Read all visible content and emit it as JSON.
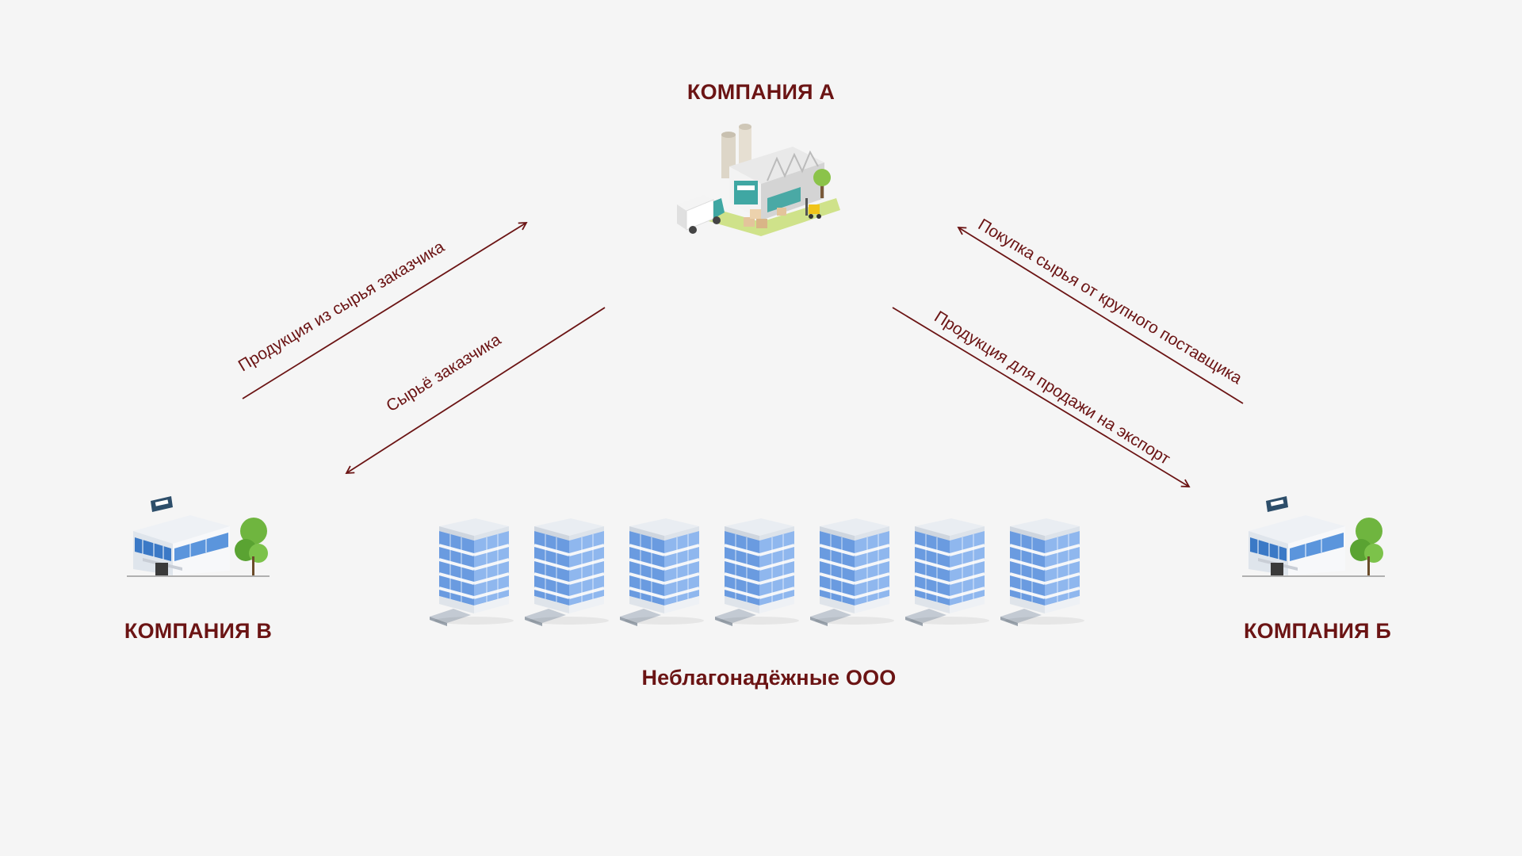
{
  "companies": {
    "a": "КОМПАНИЯ А",
    "b": "КОМПАНИЯ Б",
    "v": "КОМПАНИЯ В"
  },
  "ooo_label": "Неблагонадёжные ООО",
  "ooo_count": 7,
  "flows": {
    "product_from_customer_raw": "Продукция из сырья заказчика",
    "customer_raw": "Сырьё заказчика",
    "raw_purchase": "Покупка сырья от крупного поставщика",
    "export_product": "Продукция для продажи на экспорт"
  },
  "colors": {
    "accent": "#6b1414",
    "background": "#f5f5f5",
    "glass": "#5b8fd6"
  },
  "icons": {
    "factory": "factory-icon",
    "office": "office-building-icon",
    "tower": "office-tower-icon"
  }
}
